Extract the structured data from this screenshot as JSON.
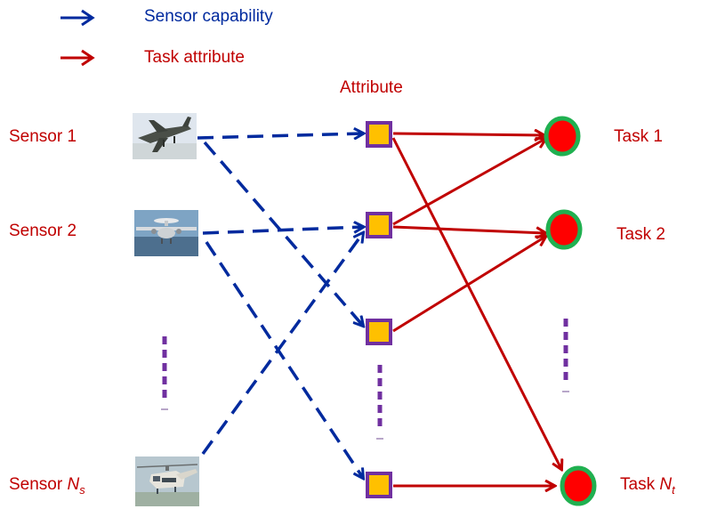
{
  "legend": {
    "sensor_capability": "Sensor capability",
    "task_attribute": "Task attribute"
  },
  "attribute_header": "Attribute",
  "sensors": [
    {
      "label": "Sensor 1",
      "icon": "jet-fighter-photo"
    },
    {
      "label": "Sensor 2",
      "icon": "turboprop-aircraft-photo"
    },
    {
      "label_prefix": "Sensor ",
      "label_var": "N",
      "label_sub": "s",
      "icon": "helicopter-photo"
    }
  ],
  "tasks": [
    {
      "label": "Task 1"
    },
    {
      "label": "Task 2"
    },
    {
      "label_prefix": "Task ",
      "label_var": "N",
      "label_sub": "t"
    }
  ],
  "colors": {
    "capability_arrow": "#002a9e",
    "task_arrow": "#c00000",
    "attribute_fill": "#ffc000",
    "attribute_border": "#7030a0",
    "task_fill": "#ff0000",
    "task_border": "#20b050",
    "ellipsis": "#7030a0"
  }
}
